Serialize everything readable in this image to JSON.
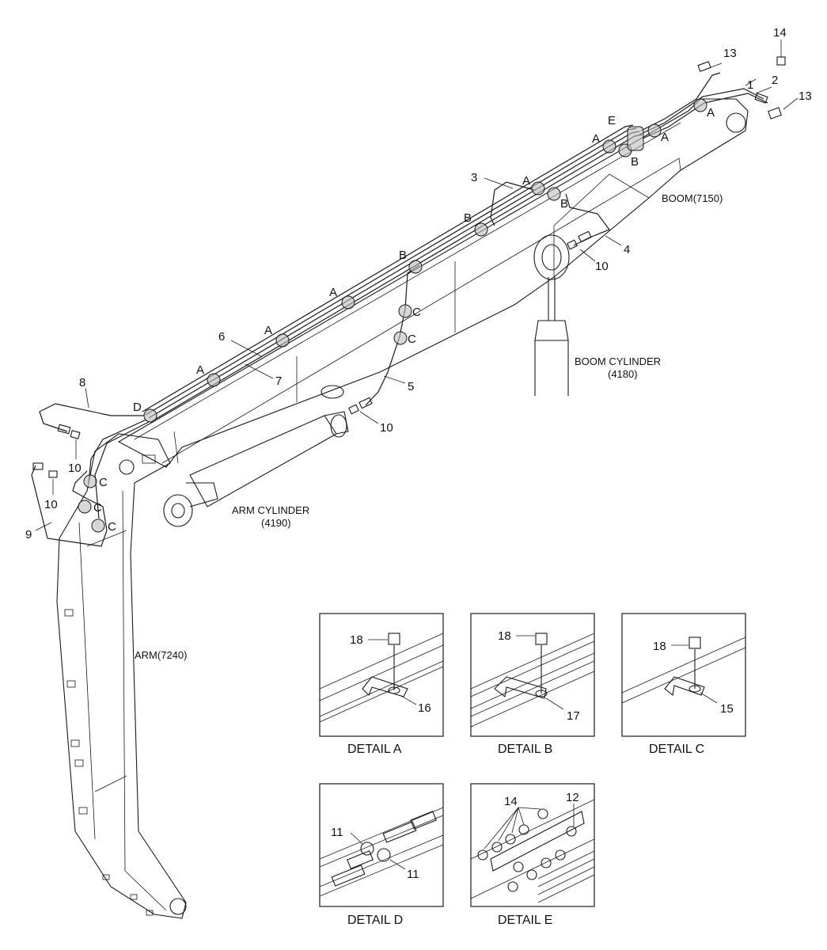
{
  "part_labels": {
    "p1": "1",
    "p2": "2",
    "p3": "3",
    "p4": "4",
    "p5": "5",
    "p6": "6",
    "p7": "7",
    "p8": "8",
    "p9": "9",
    "p10a": "10",
    "p10b": "10",
    "p10c": "10",
    "p10d": "10",
    "p11a": "11",
    "p11b": "11",
    "p12": "12",
    "p13a": "13",
    "p13b": "13",
    "p14a": "14",
    "p14b": "14",
    "p15": "15",
    "p16": "16",
    "p17": "17",
    "p18a": "18",
    "p18b": "18",
    "p18c": "18"
  },
  "clamp_labels": {
    "a1": "A",
    "a2": "A",
    "a3": "A",
    "a4": "A",
    "a5": "A",
    "a6": "A",
    "a7": "A",
    "b1": "B",
    "b2": "B",
    "b3": "B",
    "b4": "B",
    "c1": "C",
    "c2": "C",
    "c3": "C",
    "c4": "C",
    "c5": "C",
    "d1": "D",
    "e1": "E"
  },
  "component_names": {
    "boom": "BOOM(7150)",
    "boom_cylinder_line1": "BOOM CYLINDER",
    "boom_cylinder_line2": "(4180)",
    "arm_cylinder_line1": "ARM CYLINDER",
    "arm_cylinder_line2": "(4190)",
    "arm": "ARM(7240)"
  },
  "details": {
    "a": "DETAIL A",
    "b": "DETAIL B",
    "c": "DETAIL C",
    "d": "DETAIL D",
    "e": "DETAIL E"
  }
}
